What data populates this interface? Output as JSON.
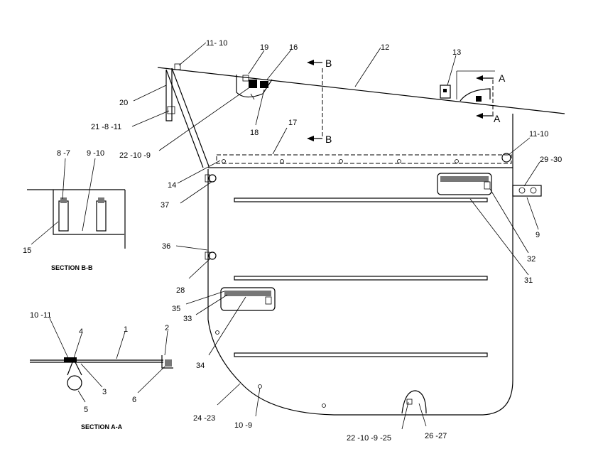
{
  "callouts": {
    "c11_10_top": "11- 10",
    "c12": "12",
    "c13": "13",
    "c16": "16",
    "c17": "17",
    "c18": "18",
    "c19": "19",
    "c20": "20",
    "c21_8_11": "21 -8 -11",
    "c22_10_9": "22 -10 -9",
    "c11_10_right": "11-10",
    "c29_30": "29 -30",
    "c14": "14",
    "c37": "37",
    "c9_right": "9",
    "c32": "32",
    "c31": "31",
    "c36": "36",
    "c28": "28",
    "c35": "35",
    "c33": "33",
    "c34": "34",
    "c24_23": "24 -23",
    "c10_9_bottom": "10 -9",
    "c22_10_9_25": "22 -10 -9 -25",
    "c26_27": "26 -27",
    "b_8_7": "8 -7",
    "b_9_10": "9 -10",
    "b_15": "15",
    "a_10_11": "10 -11",
    "a_4": "4",
    "a_1": "1",
    "a_2": "2",
    "a_3": "3",
    "a_5": "5",
    "a_6": "6"
  },
  "section_markers": {
    "b_top": "B",
    "b_bottom": "B",
    "a_top": "A",
    "a_bottom": "A"
  },
  "section_titles": {
    "b": "SECTION B-B",
    "a": "SECTION A-A"
  }
}
